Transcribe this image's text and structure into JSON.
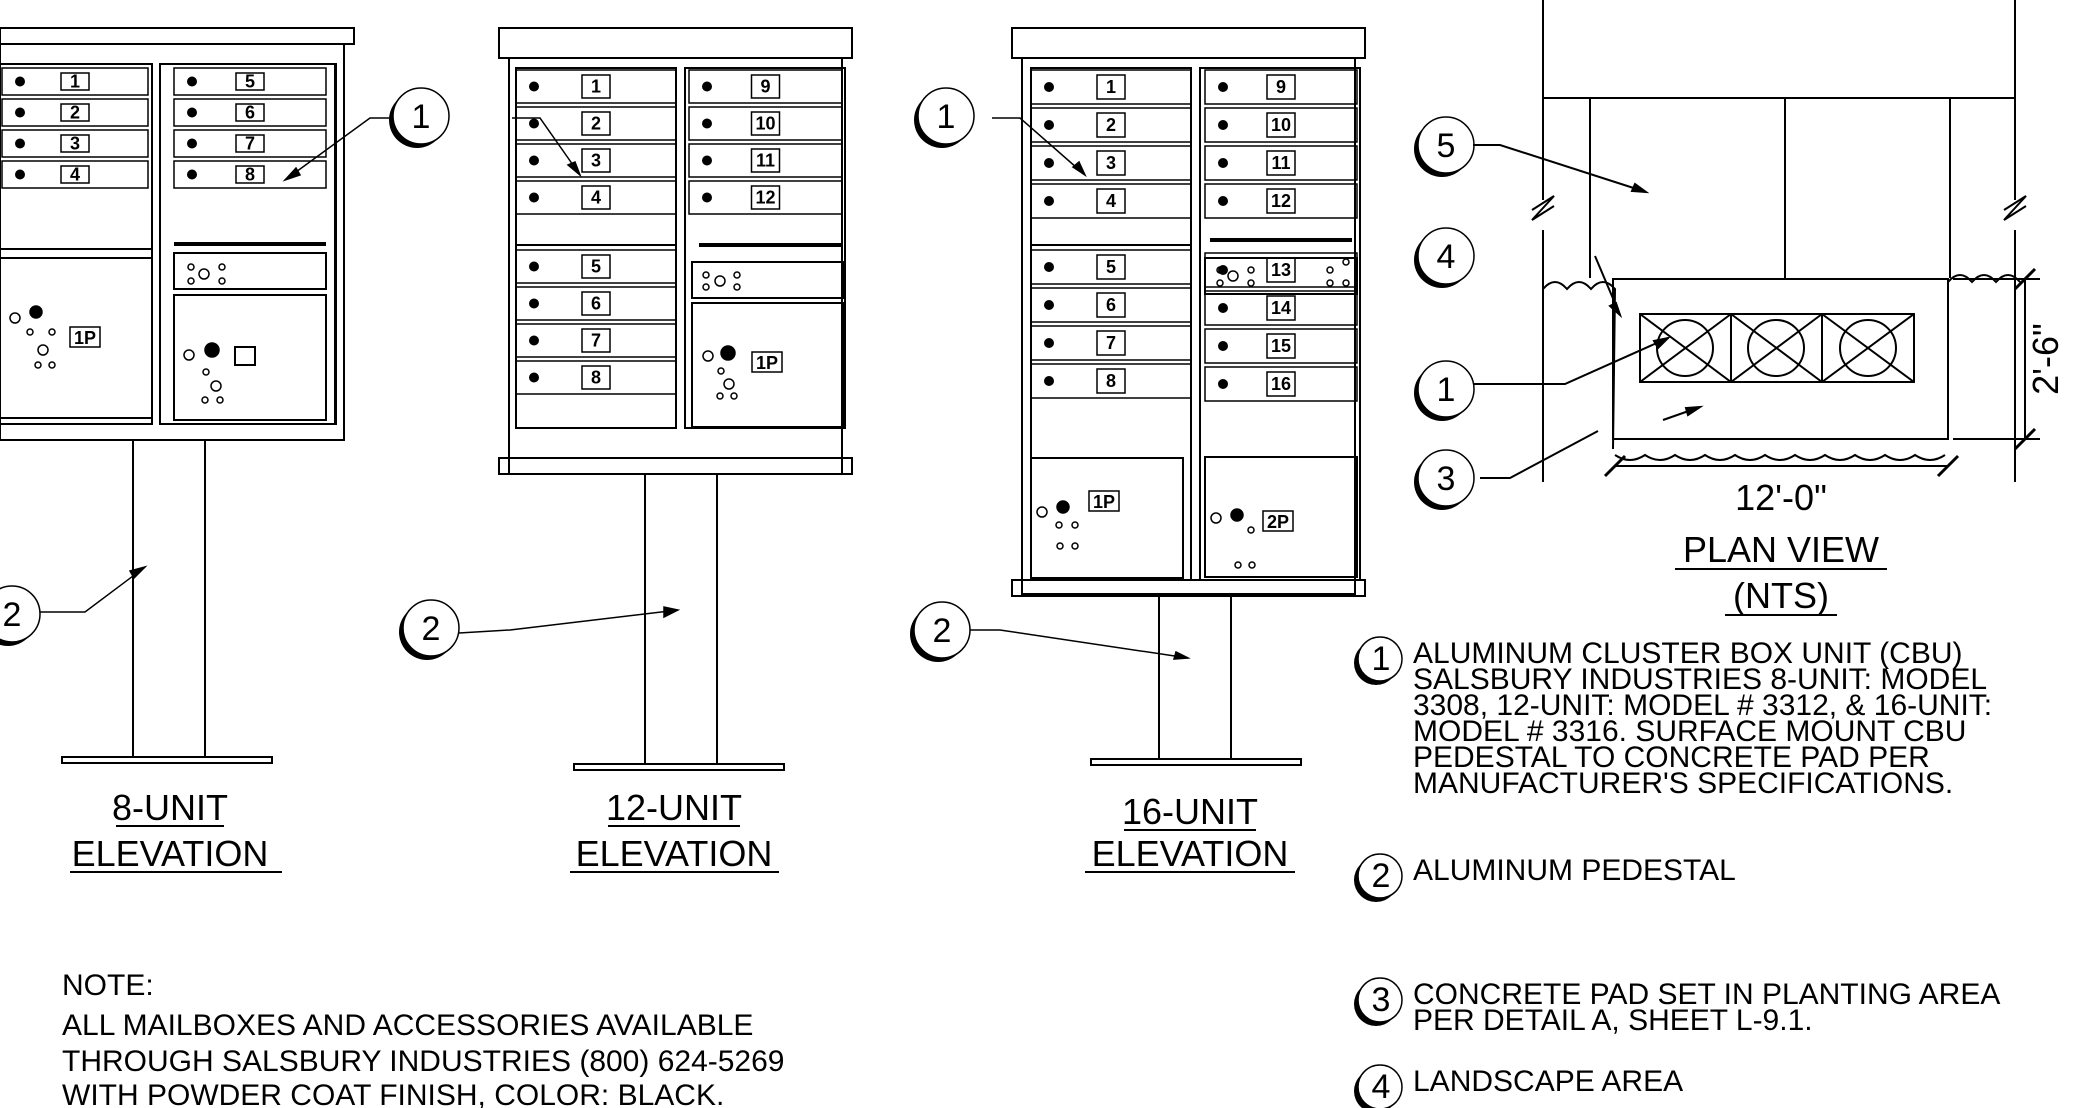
{
  "elevations": [
    {
      "title1": "8-UNIT",
      "title2": "ELEVATION",
      "left_doors": [
        "1",
        "2",
        "3",
        "4"
      ],
      "right_doors": [
        "5",
        "6",
        "7",
        "8"
      ],
      "left_parcel": "1P",
      "right_parcel": ""
    },
    {
      "title1": "12-UNIT",
      "title2": "ELEVATION",
      "left_doors": [
        "1",
        "2",
        "3",
        "4",
        "5",
        "6",
        "7",
        "8"
      ],
      "right_doors": [
        "9",
        "10",
        "11",
        "12"
      ],
      "left_parcel": "",
      "right_parcel": "1P"
    },
    {
      "title1": "16-UNIT",
      "title2": "ELEVATION",
      "left_doors": [
        "1",
        "2",
        "3",
        "4",
        "5",
        "6",
        "7",
        "8"
      ],
      "right_doors": [
        "9",
        "10",
        "11",
        "12",
        "13",
        "14",
        "15",
        "16"
      ],
      "left_parcel": "1P",
      "right_parcel": "2P"
    }
  ],
  "callout_numbers": [
    "1",
    "2",
    "3",
    "4",
    "5"
  ],
  "plan": {
    "dim_width": "12'-0\"",
    "dim_depth": "2'-6\"",
    "title": "PLAN VIEW",
    "subtitle": "(NTS)"
  },
  "legend": [
    {
      "num": "1",
      "lines": [
        "ALUMINUM CLUSTER  BOX UNIT (CBU)",
        "SALSBURY INDUSTRIES 8-UNIT: MODEL",
        "3308, 12-UNIT: MODEL # 3312, & 16-UNIT:",
        "MODEL # 3316.  SURFACE MOUNT CBU",
        "PEDESTAL TO CONCRETE PAD PER",
        "MANUFACTURER'S SPECIFICATIONS."
      ]
    },
    {
      "num": "2",
      "lines": [
        "ALUMINUM PEDESTAL"
      ]
    },
    {
      "num": "3",
      "lines": [
        "CONCRETE PAD SET IN PLANTING AREA",
        "PER DETAIL A, SHEET L-9.1."
      ]
    },
    {
      "num": "4",
      "lines": [
        "LANDSCAPE AREA"
      ]
    }
  ],
  "note": {
    "heading": "NOTE:",
    "lines": [
      "ALL MAILBOXES AND ACCESSORIES AVAILABLE",
      "THROUGH SALSBURY INDUSTRIES (800) 624-5269",
      "WITH POWDER COAT FINISH, COLOR: BLACK."
    ]
  }
}
